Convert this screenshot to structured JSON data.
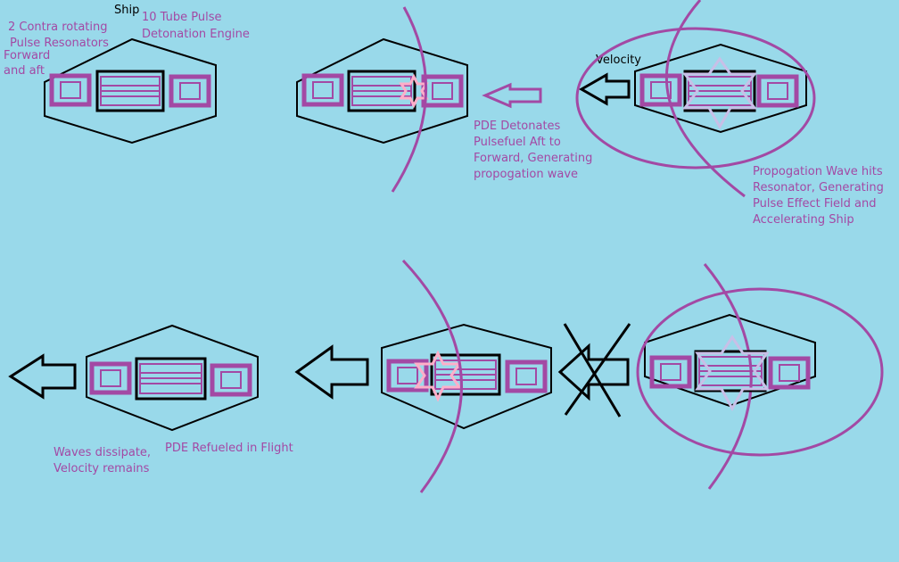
{
  "colors": {
    "background": "#99d9ea",
    "ink": "#000000",
    "purple": "#a349a4",
    "lavender": "#c8bfe7",
    "pink": "#ffaec9"
  },
  "labels": {
    "ship": "Ship",
    "engine": [
      "10 Tube Pulse",
      "Detonation Engine"
    ],
    "resonators": [
      "2 Contra rotating",
      "Pulse Resonators"
    ],
    "forward_aft": [
      "Forward",
      "and aft"
    ],
    "velocity": "Velocity",
    "pde_detonates": [
      "PDE Detonates",
      "Pulsefuel Aft to",
      "Forward, Generating",
      "propogation wave"
    ],
    "wave_hits": [
      "Propogation Wave hits",
      "Resonator, Generating",
      "Pulse Effect Field and",
      "Accelerating Ship"
    ],
    "refueled": "PDE Refueled in Flight",
    "dissipate": [
      "Waves dissipate,",
      "Velocity remains"
    ]
  },
  "icons": {
    "arrow": "left-arrow-icon",
    "blocked": "x-cross-icon",
    "detonation": "six-point-star-icon"
  }
}
